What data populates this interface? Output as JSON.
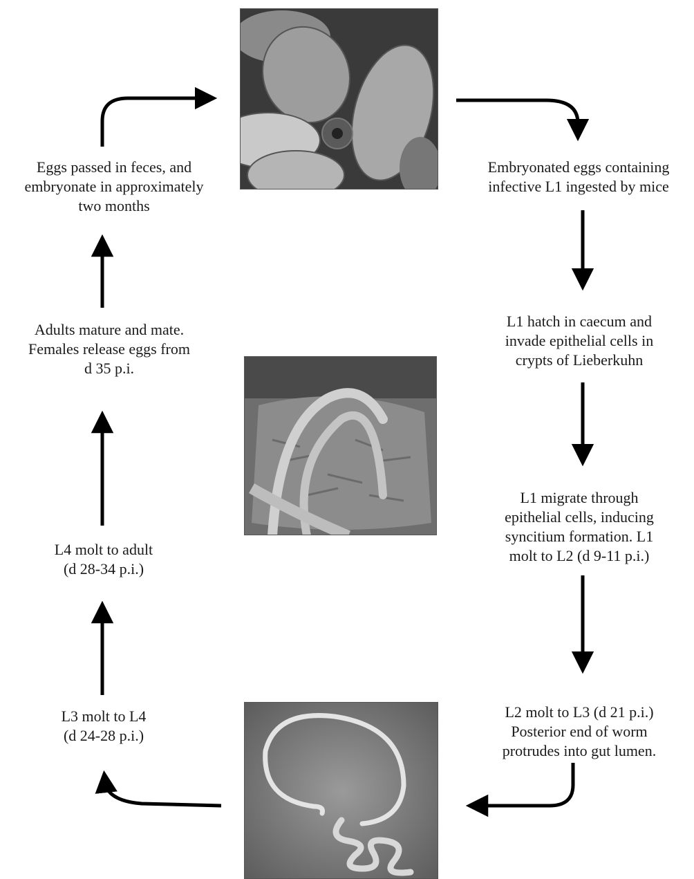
{
  "diagram": {
    "steps": {
      "eggs_passed": "Eggs passed in feces, and\nembryonate in approximately\ntwo months",
      "embryonated_eggs": "Embryonated eggs containing\ninfective L1 ingested by mice",
      "l1_hatch": "L1 hatch in caecum and\ninvade epithelial cells in\ncrypts of Lieberkuhn",
      "l1_migrate": "L1 migrate through\nepithelial cells, inducing\nsyncitium formation. L1\nmolt to L2 (d 9-11 p.i.)",
      "l2_molt": "L2 molt to L3 (d 21 p.i.)\nPosterior end of worm\nprotrudes into gut lumen.",
      "l3_molt": "L3 molt to L4\n(d 24-28 p.i.)",
      "l4_molt": "L4 molt to adult\n(d 28-34 p.i.)",
      "adults_mature": "Adults mature and mate.\nFemales release eggs from\nd 35 p.i."
    },
    "photos": [
      "eggs-micrograph",
      "worms-in-tissue-micrograph",
      "adult-worm-micrograph"
    ]
  }
}
